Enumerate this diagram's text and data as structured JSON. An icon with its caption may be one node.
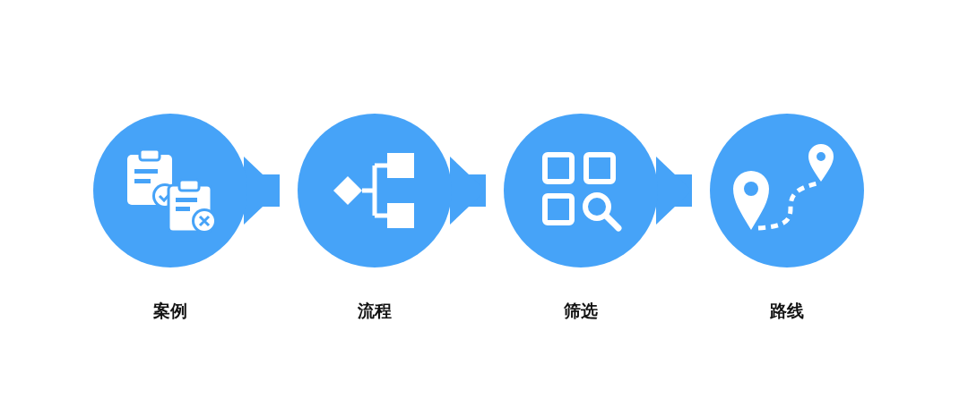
{
  "diagram": {
    "nodes": [
      {
        "text": [
          "案例"
        ]
      },
      {
        "text": [
          "流程"
        ]
      },
      {
        "text": [
          "筛选"
        ]
      },
      {
        "text": [
          "路线"
        ]
      }
    ],
    "edges": [
      {
        "from": 0,
        "to": 1,
        "arrow": "to"
      },
      {
        "from": 1,
        "to": 2,
        "arrow": "to"
      },
      {
        "from": 2,
        "to": 3,
        "arrow": "to"
      }
    ]
  }
}
